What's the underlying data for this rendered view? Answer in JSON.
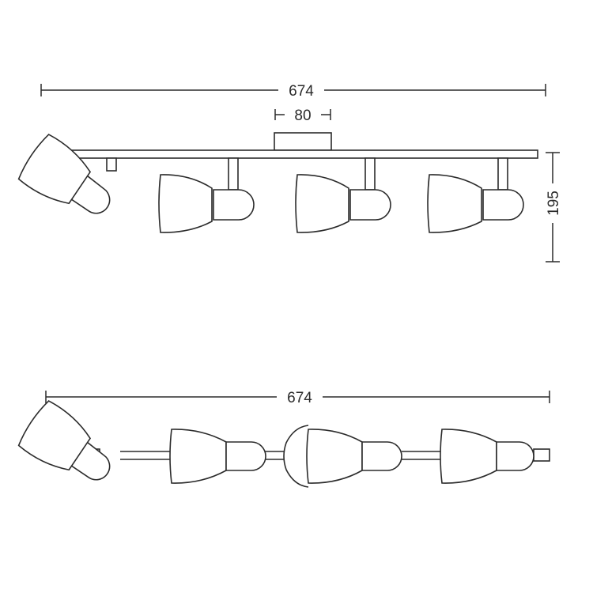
{
  "front_view": {
    "overall_width": "674",
    "canopy_width": "80",
    "height": "195"
  },
  "top_view": {
    "overall_width": "674"
  },
  "colors": {
    "line": "#2b2b2b",
    "background": "#ffffff"
  }
}
